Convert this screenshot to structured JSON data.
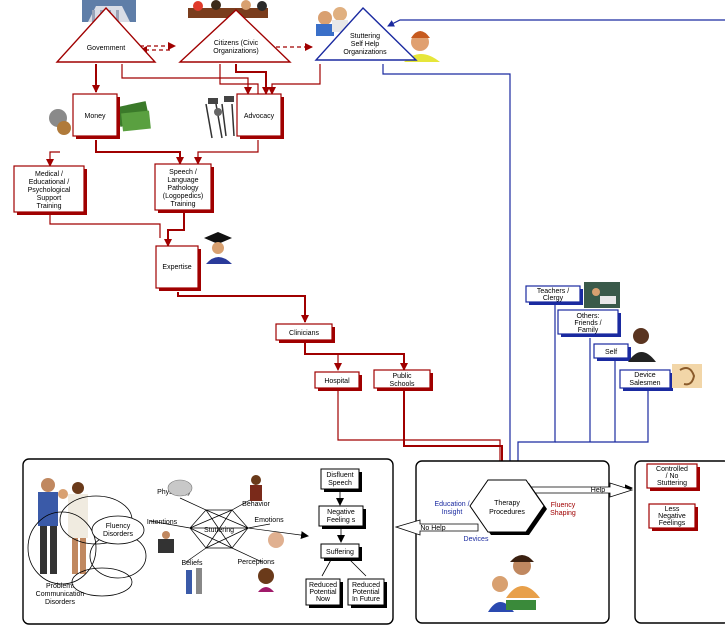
{
  "top": {
    "government": "Government",
    "citizens": [
      "Citizens (Civic",
      "Organizations)"
    ],
    "self_help": [
      "Stuttering",
      "Self Help",
      "Organizations"
    ]
  },
  "funding": {
    "money": "Money",
    "advocacy": "Advocacy"
  },
  "training": {
    "medical": [
      "Medical /",
      "Educational /",
      "Psychological",
      "Support",
      "Training"
    ],
    "slp": [
      "Speech /",
      "Language",
      "Pathology",
      "(Logopedics)",
      "Training"
    ]
  },
  "expertise": "Expertise",
  "clinicians": "Clinicians",
  "hospital": "Hospital",
  "public_schools": [
    "Public",
    "Schools"
  ],
  "helpers": {
    "teachers": [
      "Teachers /",
      "Clergy"
    ],
    "others": [
      "Others:",
      "Friends /",
      "Family"
    ],
    "self": "Self",
    "device": [
      "Device",
      "Salesmen"
    ]
  },
  "problem": {
    "fluency": [
      "Fluency",
      "Disorders"
    ],
    "caption": [
      "Problem:",
      "Communication",
      "Disorders"
    ],
    "stuttering": "Stuttering",
    "physiology": "Physiology",
    "behavior": "Behavior",
    "intentions": "Intentions",
    "emotions": "Emotions",
    "beliefs": "Beliefs",
    "perceptions": "Perceptions",
    "disfluent": [
      "Disfluent",
      "Speech"
    ],
    "negative": [
      "Negative",
      "Feeling s"
    ],
    "suffering": "Suffering",
    "reduced_now": [
      "Reduced",
      "Potential",
      "Now"
    ],
    "reduced_future": [
      "Reduced",
      "Potential",
      "In Future"
    ]
  },
  "therapy": {
    "center": [
      "Therapy",
      "Procedures"
    ],
    "education": [
      "Education /",
      "Insight"
    ],
    "fluency_shaping": [
      "Fluency",
      "Shaping"
    ],
    "devices": "Devices",
    "help": "Help",
    "no_help": "No Help"
  },
  "outcomes": {
    "controlled": [
      "Controlled",
      "/ No",
      "Stuttering"
    ],
    "less_negative": [
      "Less",
      "Negative",
      "Feelings"
    ]
  },
  "colors": {
    "red": "#a00000",
    "blue": "#1a2aa0",
    "black": "#000000"
  }
}
